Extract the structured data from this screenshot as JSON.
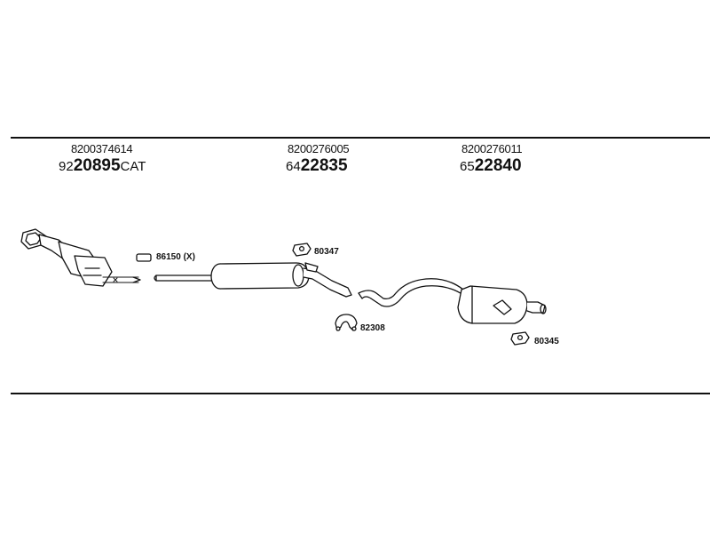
{
  "groups": [
    {
      "oem": "8200374614",
      "prefix": "92",
      "number": "20895",
      "suffix": "CAT"
    },
    {
      "oem": "8200276005",
      "prefix": "64",
      "number": "22835",
      "suffix": ""
    },
    {
      "oem": "8200276011",
      "prefix": "65",
      "number": "22840",
      "suffix": ""
    }
  ],
  "refs": {
    "gasket": "86150 (X)",
    "hanger_mid": "80347",
    "clamp": "82308",
    "hanger_rear": "80345"
  },
  "colors": {
    "line": "#111111",
    "fill": "#ffffff"
  }
}
